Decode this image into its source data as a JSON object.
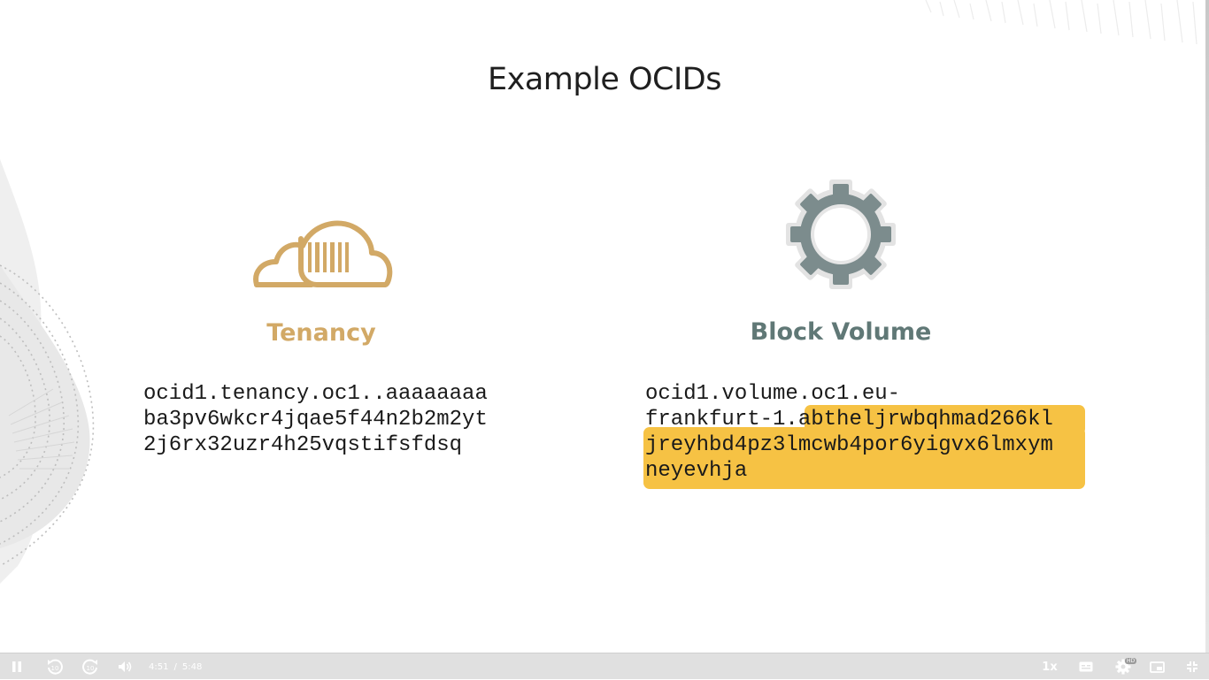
{
  "slide": {
    "title": "Example OCIDs",
    "left": {
      "label": "Tenancy",
      "icon": "cloud-barcode-icon",
      "ocid_lines": [
        "ocid1.tenancy.oc1..aaaaaaaa",
        "ba3pv6wkcr4jqae5f44n2b2m2yt",
        "2j6rx32uzr4h25vqstifsfdsq"
      ]
    },
    "right": {
      "label": "Block Volume",
      "icon": "gear-icon",
      "ocid_lines": [
        "ocid1.volume.oc1.eu-",
        "frankfurt-1.abtheljrwbqhmad266kl",
        "jreyhbd4pz3lmcwb4por6yigvx6lmxym",
        "neyevhja"
      ],
      "highlighted_part": "abtheljrwbqhmad266kljreyhbd4pz3lmcwb4por6yigvx6lmxymneyevhja"
    }
  },
  "player": {
    "current_time": "4:51",
    "separator": "/",
    "duration": "5:48",
    "speed": "1x",
    "quality_badge": "HD",
    "colors": {
      "bar": "#e0e0e0",
      "icons": "#ffffff"
    }
  },
  "colors": {
    "tenancy": "#d2a966",
    "volume": "#607876",
    "highlight": "#f6c244"
  }
}
